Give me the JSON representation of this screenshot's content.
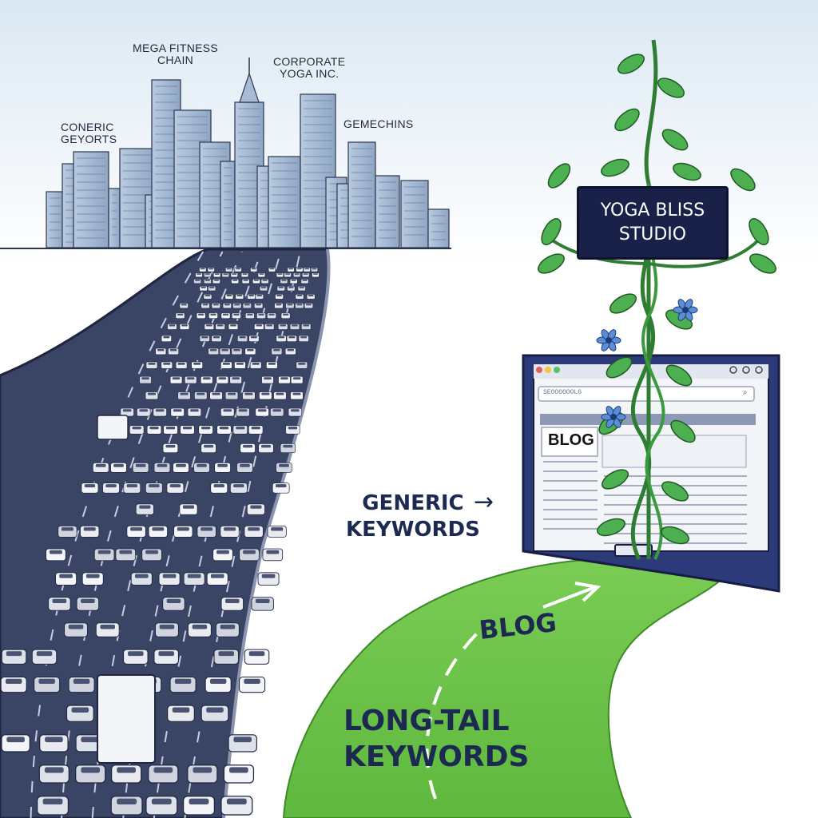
{
  "city": {
    "labels": {
      "mega_fitness": "MEGA FITNESS\nCHAIN",
      "corporate_yoga": "CORPORATE\nYOGA INC.",
      "generic_gyms": "CONERIC\nGEYORTS",
      "gemechins": "GEMECHINS"
    }
  },
  "signpost": {
    "title": "YOGA BLISS\nSTUDIO"
  },
  "browser": {
    "address_text": "SEOOOOOOLG",
    "blog_tab": "BLOG"
  },
  "labels": {
    "generic_keywords": "GENERIC\nKEYWORDS",
    "generic_arrow": "→",
    "path_blog": "BLOG",
    "long_tail": "LONG-TAIL\nKEYWORDS"
  },
  "colors": {
    "sky": "#e8f1f8",
    "road": "#3a4464",
    "path_green": "#6cc24a",
    "vine": "#2f7d32",
    "leaf": "#4caf50",
    "sign_bg": "#1a2148",
    "monitor_frame": "#2d3a7a",
    "flower": "#5b8ed6"
  }
}
